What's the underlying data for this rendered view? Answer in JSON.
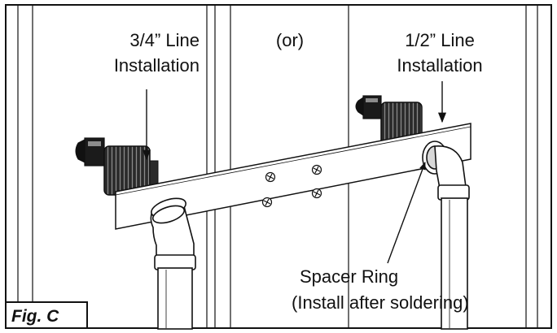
{
  "labels": {
    "left_line1": "3/4” Line",
    "left_line2": "Installation",
    "middle": "(or)",
    "right_line1": "1/2” Line",
    "right_line2": "Installation",
    "spacer_line1": "Spacer Ring",
    "spacer_line2": "(Install after soldering)"
  },
  "figure_label": "Fig. C",
  "colors": {
    "stroke": "#111111",
    "background": "#ffffff"
  }
}
